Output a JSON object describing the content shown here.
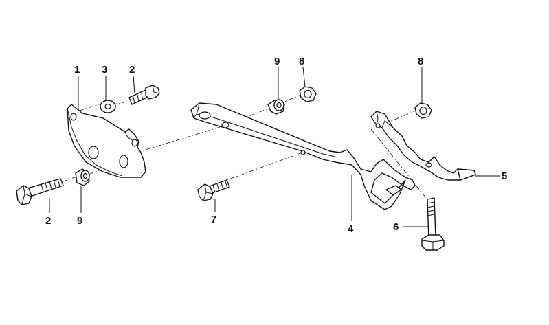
{
  "callouts": [
    {
      "id": "c1",
      "label": "1"
    },
    {
      "id": "c3",
      "label": "3"
    },
    {
      "id": "c2a",
      "label": "2"
    },
    {
      "id": "c9a",
      "label": "9"
    },
    {
      "id": "c8a",
      "label": "8"
    },
    {
      "id": "c8b",
      "label": "8"
    },
    {
      "id": "c5",
      "label": "5"
    },
    {
      "id": "c2b",
      "label": "2"
    },
    {
      "id": "c9b",
      "label": "9"
    },
    {
      "id": "c7",
      "label": "7"
    },
    {
      "id": "c4",
      "label": "4"
    },
    {
      "id": "c6",
      "label": "6"
    }
  ],
  "colors": {
    "line": "#111111",
    "background": "#ffffff"
  }
}
